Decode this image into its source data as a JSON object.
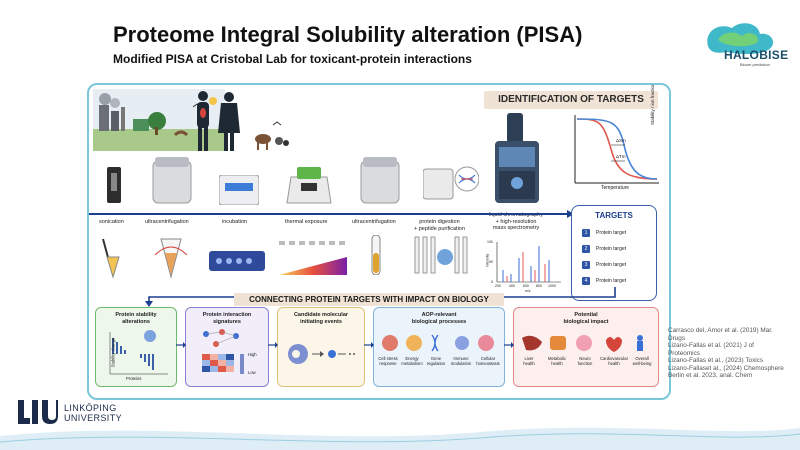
{
  "header": {
    "title": "Proteome Integral Solubility alteration (PISA)",
    "subtitle": "Modified PISA at Cristobal Lab for toxicant-protein interactions"
  },
  "logos": {
    "halobise_name": "HALOBISE",
    "halobise_tag": "Bloom prediction",
    "liu_line1": "LINKÖPING",
    "liu_line2": "UNIVERSITY"
  },
  "panel": {
    "identification_banner": "IDENTIFICATION OF TARGETS",
    "steps": [
      "sonication",
      "ultracentrifugation",
      "incubation",
      "thermal exposure",
      "ultracentrifugation",
      "protein digestion\n+ peptide purification",
      "liquid chromatography\n+ high-resolution\nmass spectrometry"
    ],
    "curve": {
      "ylabel": "Stability / ion fraction",
      "xlabel": "Temperature",
      "delta1": "ΔSm",
      "delta2": "ΔTm"
    },
    "ms_plot": {
      "ylabel": "Intensity",
      "xlabel": "m/z",
      "yticks": [
        "100",
        "50",
        "0"
      ],
      "xticks": [
        "200",
        "400",
        "600",
        "800",
        "1000"
      ]
    },
    "targets": {
      "title": "TARGETS",
      "items": [
        "Protein target",
        "Protein target",
        "Protein target",
        "Protein target"
      ],
      "numbers": [
        "1",
        "2",
        "3",
        "4"
      ]
    },
    "connect_banner": "CONNECTING PROTEIN TARGETS WITH IMPACT ON BIOLOGY",
    "boxes": {
      "stability": {
        "title": "Protein stability\nalterations",
        "ylabel": "Stability change",
        "xlabel": "Proteins"
      },
      "interaction": {
        "title": "Protein interaction\nsignatures",
        "high": "High",
        "low": "Low"
      },
      "events": {
        "title": "Candidate molecular\ninitiating events"
      },
      "aop": {
        "title": "AOP-relevant\nbiological processes",
        "items": [
          "Cell stress\nresponse",
          "Energy\nmetabolism",
          "Gene\nregulation",
          "Immune\nmodulation",
          "Cellular\nhomeostasis"
        ]
      },
      "impact": {
        "title": "Potential\nbiological impact",
        "items": [
          "Liver\nhealth",
          "Metabolic\nhealth",
          "Neuro\nfunction",
          "Cardiovascular\nhealth",
          "Overall\nwell-being"
        ]
      }
    }
  },
  "references": [
    "Carrasco del, Amor et al. (2019) Mar.",
    "Drugs",
    "Lizano-Fallas et al. (2021) J of",
    "Proteomics",
    "Lizano-Fallas et al., (2023) Toxics",
    "Lizano-Fallaset al., (2024) Chemosphere",
    "Berlin et al. 2023, anal. Chem"
  ],
  "colors": {
    "panel_border": "#79c7d9",
    "banner_bg": "#f0e3d6",
    "timeline": "#1b3f8f",
    "box_green": "#6dbb6d",
    "box_purple": "#8c7fcf",
    "box_yellow": "#e1c27c",
    "box_blue": "#7fb2dd",
    "box_red": "#e08a8a"
  }
}
